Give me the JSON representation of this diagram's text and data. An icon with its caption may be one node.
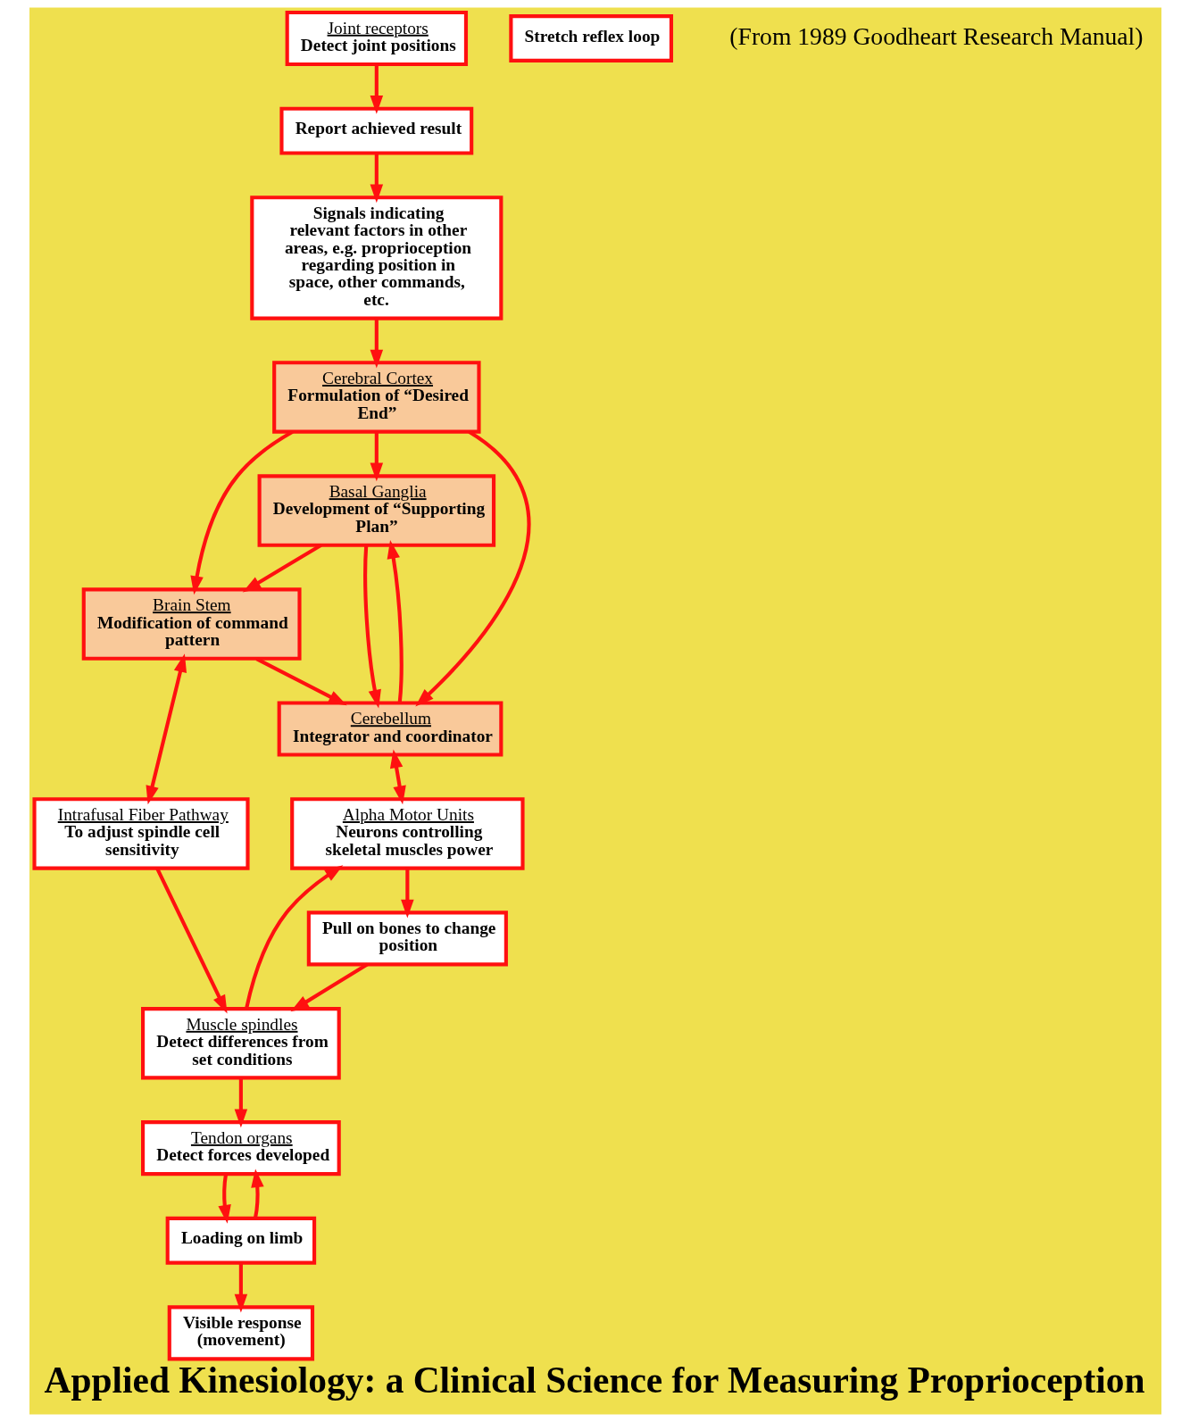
{
  "diagram": {
    "title": "Applied Kinesiology: a Clinical Science for Measuring Proprioception",
    "nodes": [
      {
        "text": [
          "Cerebral Cortex",
          "Formulation of “Desired End”"
        ]
      },
      {
        "text": [
          "Basal Ganglia",
          "Development of “Supporting Plan”"
        ]
      },
      {
        "text": [
          "Brain Stem",
          "Modification of command pattern"
        ]
      },
      {
        "text": [
          "Signals indicating relevant factors in other areas, e.g. proprioception regarding position in space, other commands, etc."
        ]
      },
      {
        "text": [
          "Cerebellum",
          "Integrator and coordinator"
        ]
      },
      {
        "text": [
          "Intrafusal Fiber Pathway",
          "To adjust spindle cell sensitivity"
        ]
      },
      {
        "text": [
          "Alpha Motor Units",
          "Neurons controlling skeletal muscles power"
        ]
      },
      {
        "text": [
          "Report achieved result"
        ]
      },
      {
        "text": [
          "Stretch reflex loop"
        ]
      },
      {
        "text": [
          "Pull on bones to change position"
        ]
      },
      {
        "text": [
          "Joint receptors",
          "Detect joint positions"
        ]
      },
      {
        "text": [
          "Muscle spindles",
          "Detect differences from set conditions"
        ]
      },
      {
        "text": [
          "Tendon organs",
          "Detect forces developed"
        ]
      },
      {
        "text": [
          "Loading on limb"
        ]
      },
      {
        "text": [
          "Visible response (movement)"
        ]
      }
    ],
    "edges": [
      {
        "from": 0,
        "to": 2,
        "arrow": "to"
      },
      {
        "from": 0,
        "to": 1,
        "arrow": "to"
      },
      {
        "from": 1,
        "to": 2,
        "arrow": "to"
      },
      {
        "from": 0,
        "to": 4,
        "arrow": "to"
      },
      {
        "from": 4,
        "to": 1,
        "arrow": "to"
      },
      {
        "from": 1,
        "to": 4,
        "arrow": "to"
      },
      {
        "from": 3,
        "to": 0,
        "arrow": "to"
      },
      {
        "from": 7,
        "to": 3,
        "arrow": "to"
      },
      {
        "from": 10,
        "to": 7,
        "arrow": "to"
      },
      {
        "from": 2,
        "to": 5,
        "arrow": "both"
      },
      {
        "from": 2,
        "to": 4,
        "arrow": "to"
      },
      {
        "from": 4,
        "to": 6,
        "arrow": "both"
      },
      {
        "from": 5,
        "to": 11,
        "arrow": "to"
      },
      {
        "from": 6,
        "to": 9,
        "arrow": "to"
      },
      {
        "from": 9,
        "to": 11,
        "arrow": "to"
      },
      {
        "from": 11,
        "to": 6,
        "arrow": "to"
      },
      {
        "from": 11,
        "to": 12,
        "arrow": "to"
      },
      {
        "from": 12,
        "to": 13,
        "arrow": "to"
      },
      {
        "from": 13,
        "to": 12,
        "arrow": "to"
      },
      {
        "from": 13,
        "to": 14,
        "arrow": "to"
      }
    ],
    "labels": [
      "(From 1989 Goodheart Research Manual)"
    ]
  }
}
